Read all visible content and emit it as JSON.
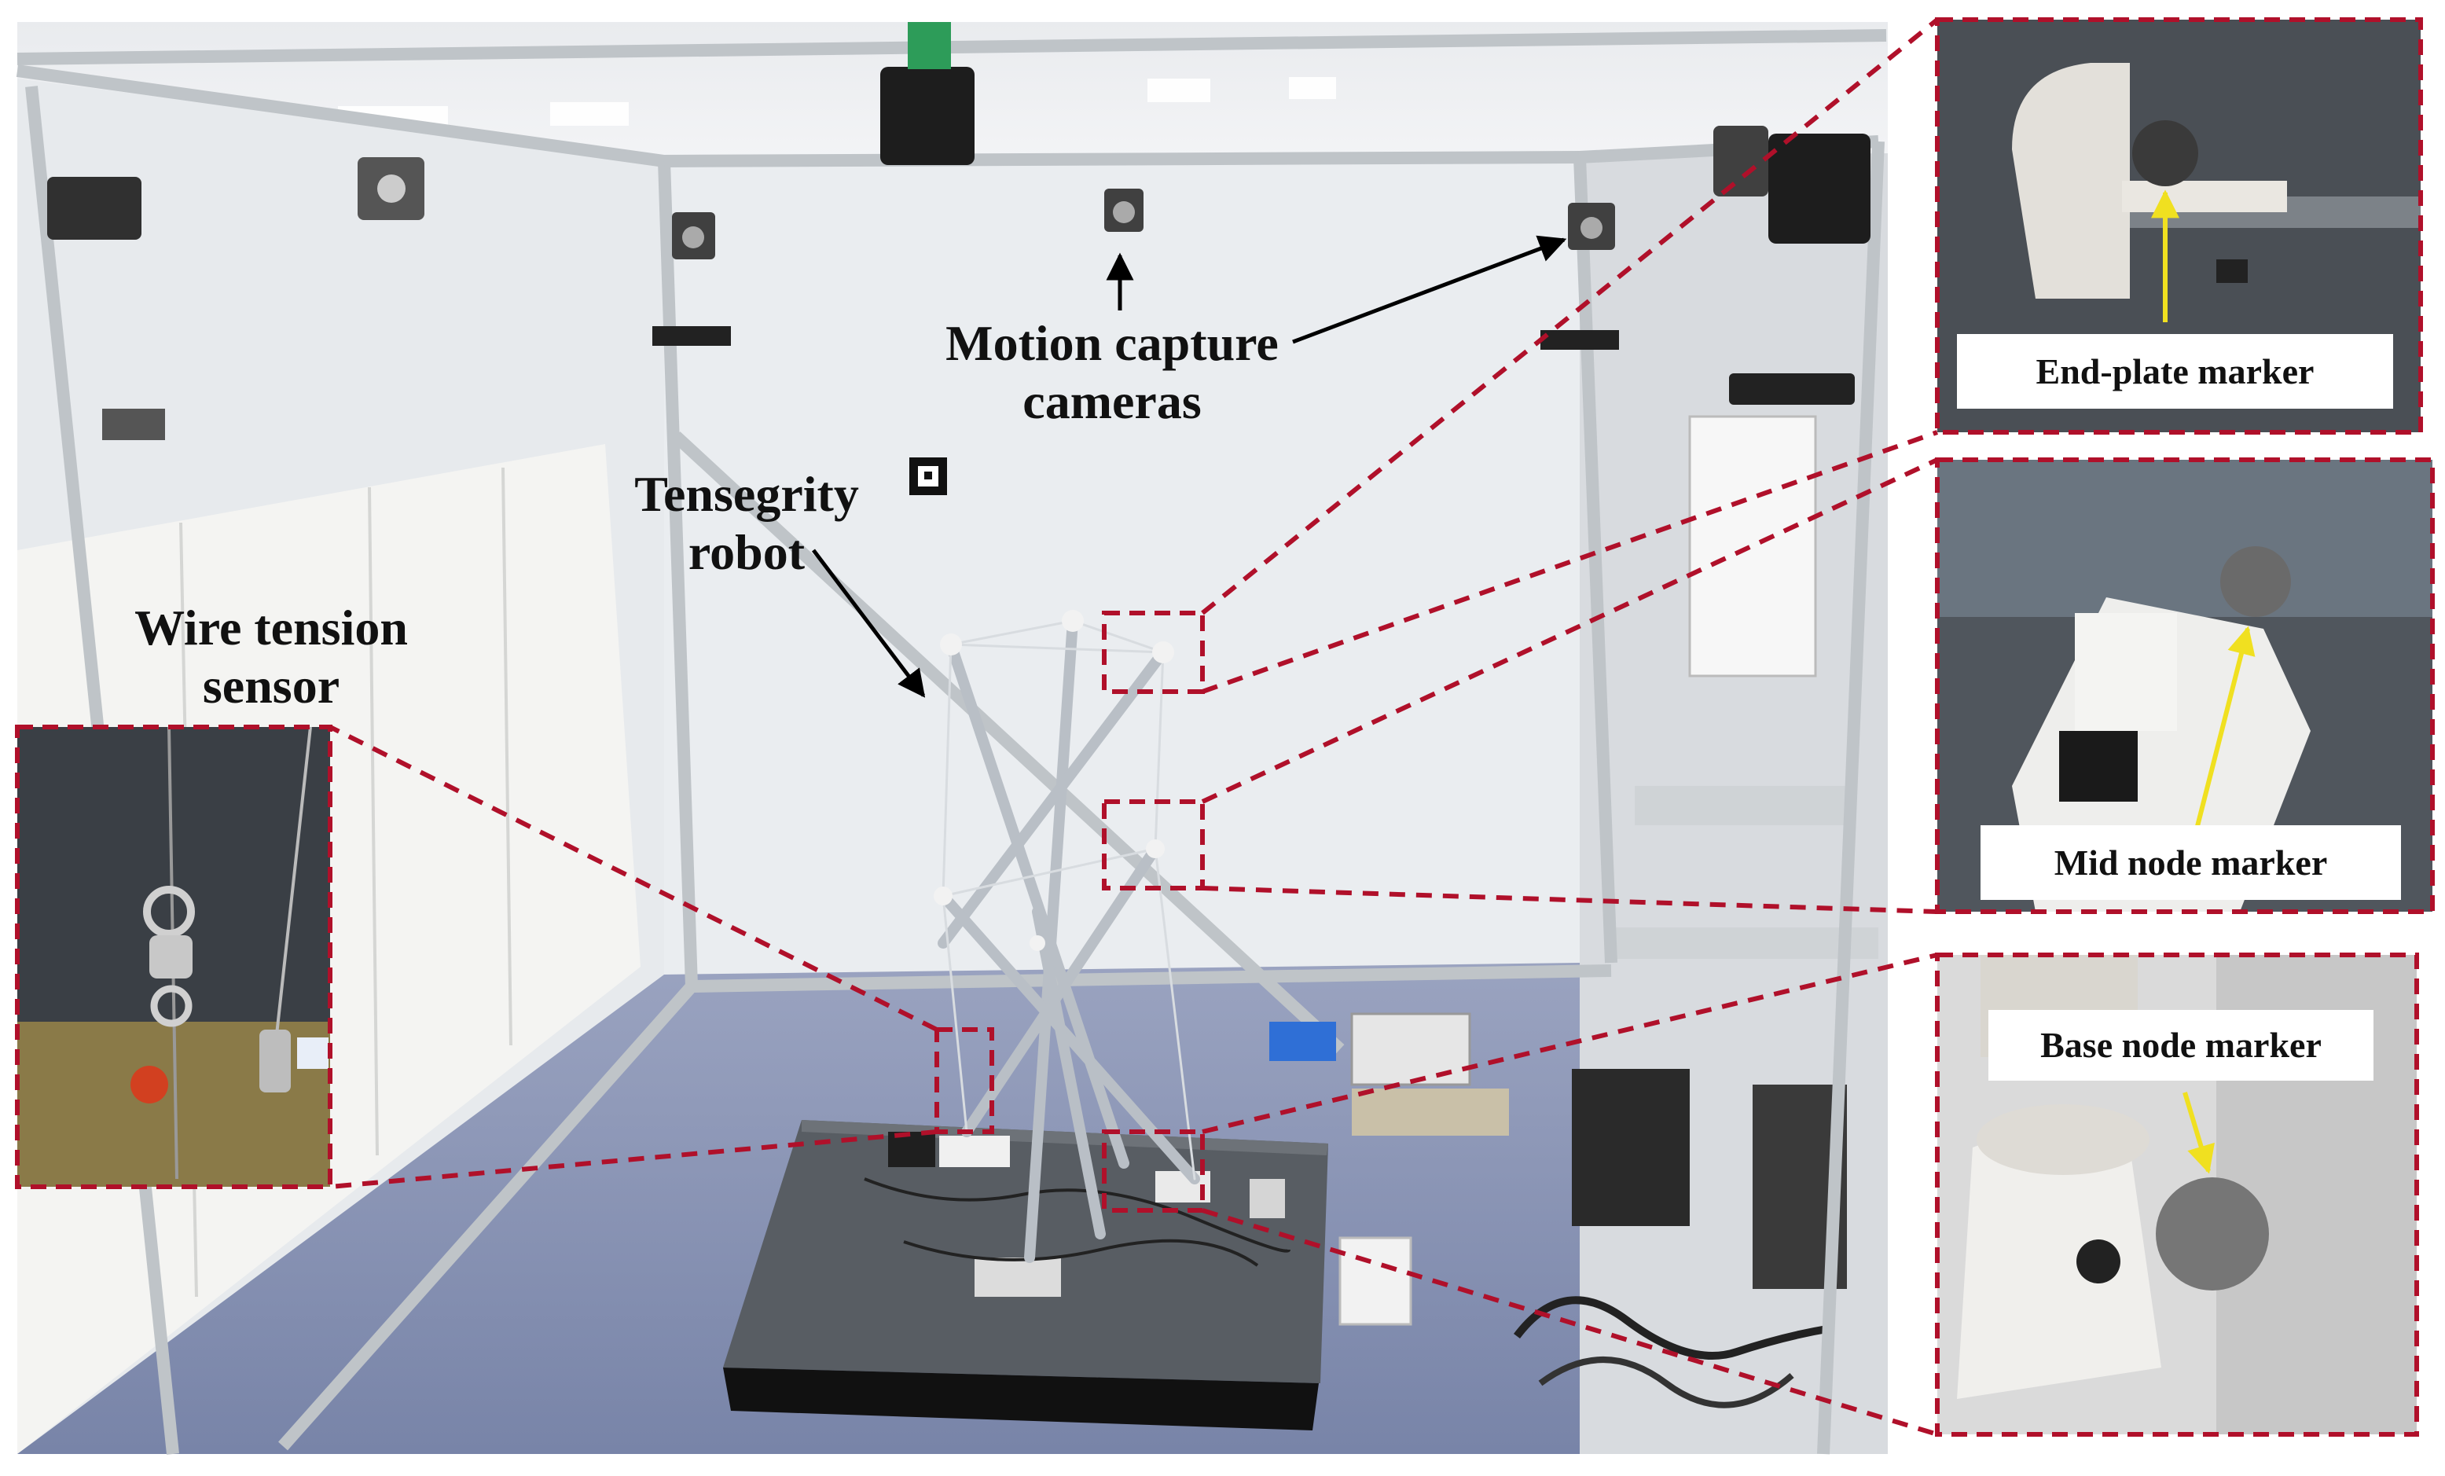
{
  "labels": {
    "motion_capture_line1": "Motion capture",
    "motion_capture_line2": "cameras",
    "tensegrity_line1": "Tensegrity",
    "tensegrity_line2": "robot",
    "wire_tension_line1": "Wire tension",
    "wire_tension_line2": "sensor",
    "end_plate": "End-plate marker",
    "mid_node": "Mid node marker",
    "base_node": "Base node marker"
  },
  "colors": {
    "dashed_callout": "#b0102a",
    "arrow_black": "#000000",
    "arrow_yellow": "#f0e020",
    "wall": "#e6e9ec",
    "floor": "#8a95b5",
    "frame": "#c4c8cc"
  }
}
